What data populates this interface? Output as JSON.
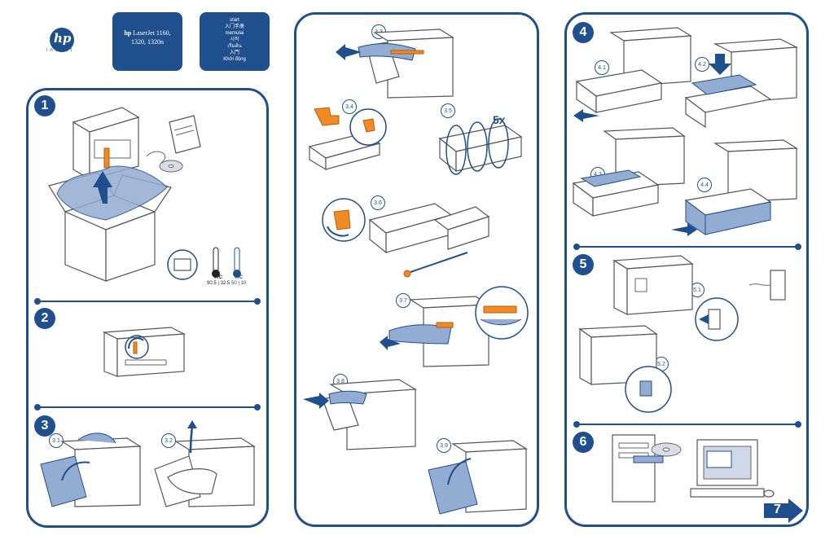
{
  "brand": {
    "logo_text": "hp",
    "tagline": "invent"
  },
  "title_box": {
    "brand": "hp",
    "product": "LaserJet 1160,",
    "models": "1320, 1320n"
  },
  "start_box": {
    "lines": [
      "start",
      "入门手册",
      "memulai",
      "시작",
      "เริ่มต้น",
      "入門",
      "Khởi động"
    ]
  },
  "steps": {
    "s1": "1",
    "s2": "2",
    "s3": "3",
    "s4": "4",
    "s5": "5",
    "s6": "6",
    "s7": "7"
  },
  "substeps": {
    "s3_1": "3.1",
    "s3_2": "3.2",
    "s3_3": "3.3",
    "s3_4": "3.4",
    "s3_5": "3.5",
    "s3_6": "3.6",
    "s3_7": "3.7",
    "s3_8": "3.8",
    "s3_9": "3.9",
    "s4_1": "4.1",
    "s4_2": "4.2",
    "s4_3": "4.3",
    "s4_4": "4.4",
    "s5_1": "5.1",
    "s5_2": "5.2"
  },
  "shake_label": "5x",
  "temperature": {
    "left_unit": "F/C",
    "left_values": "90.5 | 32.5",
    "right_unit": "F/C",
    "right_values": "50 | 10"
  },
  "colors": {
    "accent": "#1f4f8c",
    "paper": "#93acd1",
    "tape": "#f08a24"
  }
}
